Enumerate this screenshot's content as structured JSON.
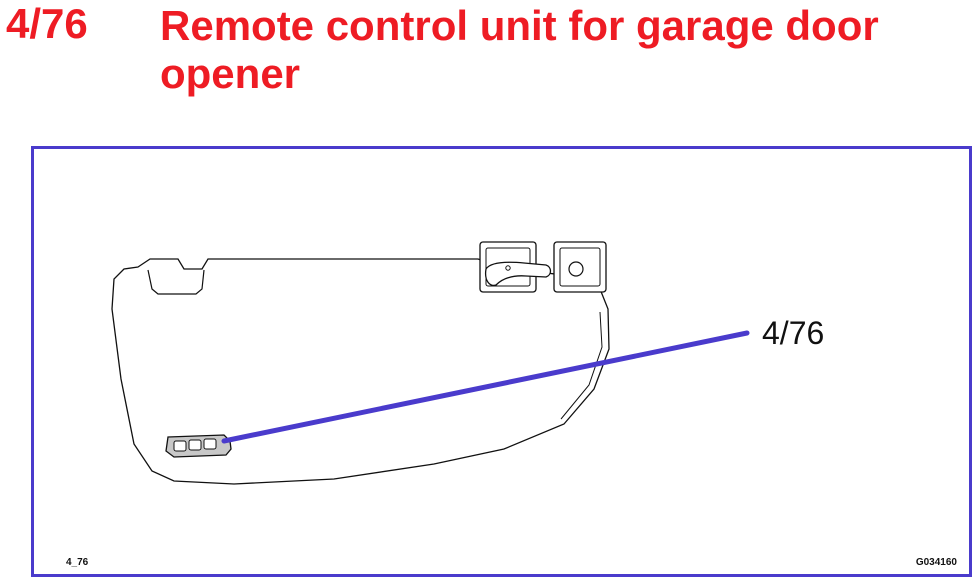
{
  "heading": {
    "number": "4/76",
    "title": "Remote control unit for garage door opener"
  },
  "figure": {
    "callout_label": "4/76",
    "id_left": "4_76",
    "id_right": "G034160",
    "colors": {
      "title": "#ee1c24",
      "frame": "#4a3bcc",
      "leader_line": "#4a3bcc",
      "outline": "#111111",
      "remote_fill": "#c8c8c8"
    }
  }
}
